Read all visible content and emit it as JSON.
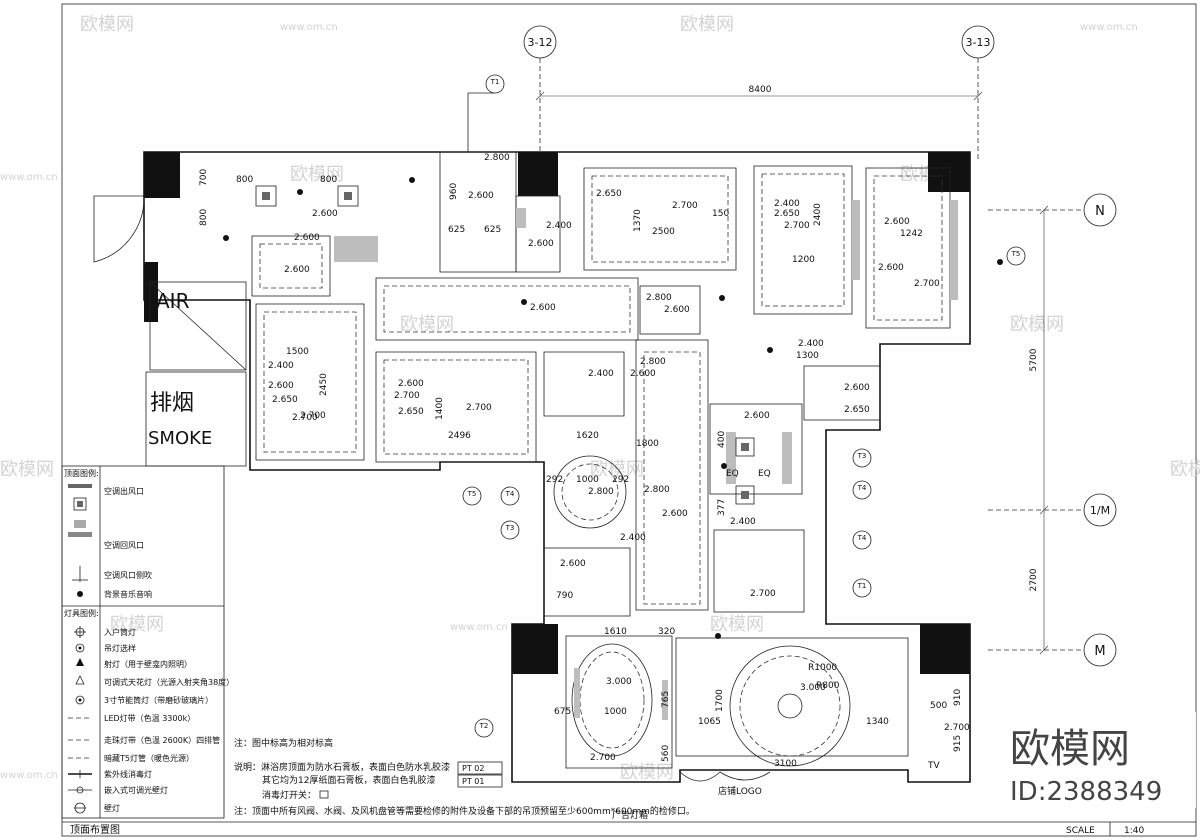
{
  "sheet": {
    "title": "顶面布置图",
    "scale_label": "SCALE",
    "scale_value": "1:40"
  },
  "axes": {
    "top_left": "3-12",
    "top_right": "3-13",
    "right_n": "N",
    "right_mid": "1/M",
    "right_m": "M",
    "dim_top": "8400",
    "dim_right_upper": "5700",
    "dim_right_lower": "2700"
  },
  "rooms": {
    "air": "AIR",
    "smoke_cn": "排烟",
    "smoke_en": "SMOKE",
    "lightbox": "广告灯箱",
    "store_logo": "店铺LOGO",
    "tv": "TV"
  },
  "heights": [
    "2.800",
    "2.600",
    "2.600",
    "2.600",
    "2.700",
    "2.400",
    "2.600",
    "2.650",
    "2.700",
    "2.400",
    "2.600",
    "2.650",
    "2.700",
    "2.600",
    "2.600",
    "2.800",
    "2.600",
    "2.600",
    "2.400",
    "2.650",
    "2.700",
    "2.400",
    "2.600",
    "2.400",
    "2.600",
    "2.600",
    "2.800",
    "2.600",
    "2.800",
    "2.600",
    "2.400",
    "2.600",
    "2.700",
    "2.800",
    "2.650",
    "2.700",
    "2.400",
    "2.600",
    "2.650",
    "2.700",
    "3.000",
    "3.000",
    "2.700",
    "2.700",
    "2.700"
  ],
  "dims": {
    "d_800a": "800",
    "d_800b": "800",
    "d_700": "700",
    "d_800c": "800",
    "d_960": "960",
    "d_625a": "625",
    "d_625b": "625",
    "d_1370": "1370",
    "d_2500": "2500",
    "d_2400": "2400",
    "d_1200": "1200",
    "d_1242": "1242",
    "d_1500": "1500",
    "d_2450": "2450",
    "d_1400": "1400",
    "d_2496": "2496",
    "d_1620": "1620",
    "d_1300": "1300",
    "d_1000": "1000",
    "d_292a": "292",
    "d_292b": "292",
    "d_377": "377",
    "d_400": "400",
    "d_790": "790",
    "d_1610": "1610",
    "d_320": "320",
    "d_675": "675",
    "d_1000b": "1000",
    "d_1065": "1065",
    "d_1340": "1340",
    "d_3100": "3100",
    "d_1700": "1700",
    "d_500": "500",
    "d_910": "910",
    "d_915": "915",
    "d_R1000": "R1000",
    "d_R800": "R800",
    "d_560": "560",
    "d_765": "765",
    "d_150": "150",
    "d_1800": "1800",
    "d_eq1": "EQ",
    "d_eq2": "EQ"
  },
  "tags": {
    "t1": "T1",
    "t2": "T2",
    "t3": "T3",
    "t4": "T4",
    "t5": "T5"
  },
  "legend": {
    "ceiling_title": "顶面图例:",
    "lamp_title": "灯具图例:",
    "items": [
      {
        "label": "空调出风口"
      },
      {
        "label": "空调回风口"
      },
      {
        "label": "空调风口侧吹"
      },
      {
        "label": "背景音乐音响"
      },
      {
        "label": "入户筒灯"
      },
      {
        "label": "吊灯选样"
      },
      {
        "label": "射灯（用于壁龛内照明）"
      },
      {
        "label": "可调式天花灯（光源入射夹角38度）"
      },
      {
        "label": "3寸节能筒灯（带磨砂玻璃片）"
      },
      {
        "label": "LED灯带（色温 3300k）"
      },
      {
        "label": "走珠灯带（色温 2600K）四排管"
      },
      {
        "label": "暗藏T5灯管（暖色光源）"
      },
      {
        "label": "紫外线消毒灯"
      },
      {
        "label": "嵌入式可调光壁灯"
      },
      {
        "label": "壁灯"
      }
    ]
  },
  "notes": {
    "n1": "注：图中标高为相对标高",
    "n2": "说明：淋浴房顶面为防水石膏板，表面白色防水乳胶漆",
    "n2_code": "PT 02",
    "n3": "其它均为12厚纸面石膏板，表面白色乳胶漆",
    "n3_code": "PT 01",
    "n4": "消毒灯开关：",
    "n5": "注：顶面中所有风阀、水阀、及风机盘管等需要检修的附件及设备下部的吊顶预留至少600mm*600mm的检修口。"
  },
  "watermark": {
    "brand": "欧模网",
    "site": "www.om.cn",
    "id": "ID:2388349"
  }
}
